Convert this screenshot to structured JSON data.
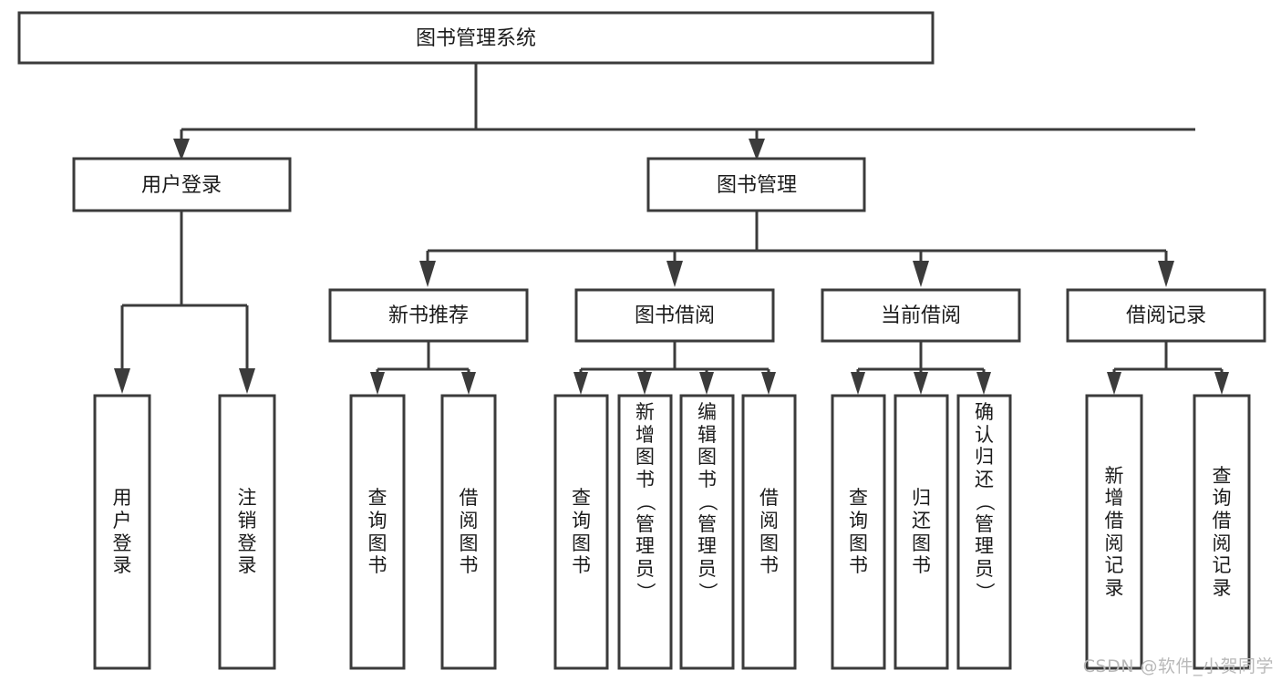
{
  "diagram": {
    "type": "tree",
    "title": "图书管理系统",
    "watermark": "CSDN @软件_小贺同学",
    "colors": {
      "box_stroke": "#3b3b3b",
      "box_fill": "#ffffff",
      "text": "#1b1b1b",
      "connector": "#3b3b3b",
      "watermark": "#b9b9b9",
      "background": "#ffffff"
    },
    "levels": {
      "root": "图书管理系统",
      "level2": [
        "用户登录",
        "图书管理"
      ],
      "level3": [
        "新书推荐",
        "图书借阅",
        "当前借阅",
        "借阅记录"
      ]
    },
    "nodes": {
      "root": {
        "label": "图书管理系统",
        "orientation": "horizontal"
      },
      "user_login": {
        "label": "用户登录",
        "orientation": "horizontal"
      },
      "book_manage": {
        "label": "图书管理",
        "orientation": "horizontal"
      },
      "new_book_rec": {
        "label": "新书推荐",
        "orientation": "horizontal"
      },
      "book_borrow": {
        "label": "图书借阅",
        "orientation": "horizontal"
      },
      "current_borrow": {
        "label": "当前借阅",
        "orientation": "horizontal"
      },
      "borrow_record": {
        "label": "借阅记录",
        "orientation": "horizontal"
      }
    },
    "leaves": {
      "user_login": [
        {
          "label": "用户登录",
          "chars": [
            "用",
            "户",
            "登",
            "录"
          ]
        },
        {
          "label": "注销登录",
          "chars": [
            "注",
            "销",
            "登",
            "录"
          ]
        }
      ],
      "new_book_rec": [
        {
          "label": "查询图书",
          "chars": [
            "查",
            "询",
            "图",
            "书"
          ]
        },
        {
          "label": "借阅图书",
          "chars": [
            "借",
            "阅",
            "图",
            "书"
          ]
        }
      ],
      "book_borrow": [
        {
          "label": "查询图书",
          "chars": [
            "查",
            "询",
            "图",
            "书"
          ]
        },
        {
          "label": "新增图书（管理员）",
          "chars": [
            "新",
            "增",
            "图",
            "书",
            "（",
            "管",
            "理",
            "员",
            "）"
          ]
        },
        {
          "label": "编辑图书（管理员）",
          "chars": [
            "编",
            "辑",
            "图",
            "书",
            "（",
            "管",
            "理",
            "员",
            "）"
          ]
        },
        {
          "label": "借阅图书",
          "chars": [
            "借",
            "阅",
            "图",
            "书"
          ]
        }
      ],
      "current_borrow": [
        {
          "label": "查询图书",
          "chars": [
            "查",
            "询",
            "图",
            "书"
          ]
        },
        {
          "label": "归还图书",
          "chars": [
            "归",
            "还",
            "图",
            "书"
          ]
        },
        {
          "label": "确认归还（管理员）",
          "chars": [
            "确",
            "认",
            "归",
            "还",
            "（",
            "管",
            "理",
            "员",
            "）"
          ]
        }
      ],
      "borrow_record": [
        {
          "label": "新增借阅记录",
          "chars": [
            "新",
            "增",
            "借",
            "阅",
            "记",
            "录"
          ]
        },
        {
          "label": "查询借阅记录",
          "chars": [
            "查",
            "询",
            "借",
            "阅",
            "记",
            "录"
          ]
        }
      ]
    }
  }
}
